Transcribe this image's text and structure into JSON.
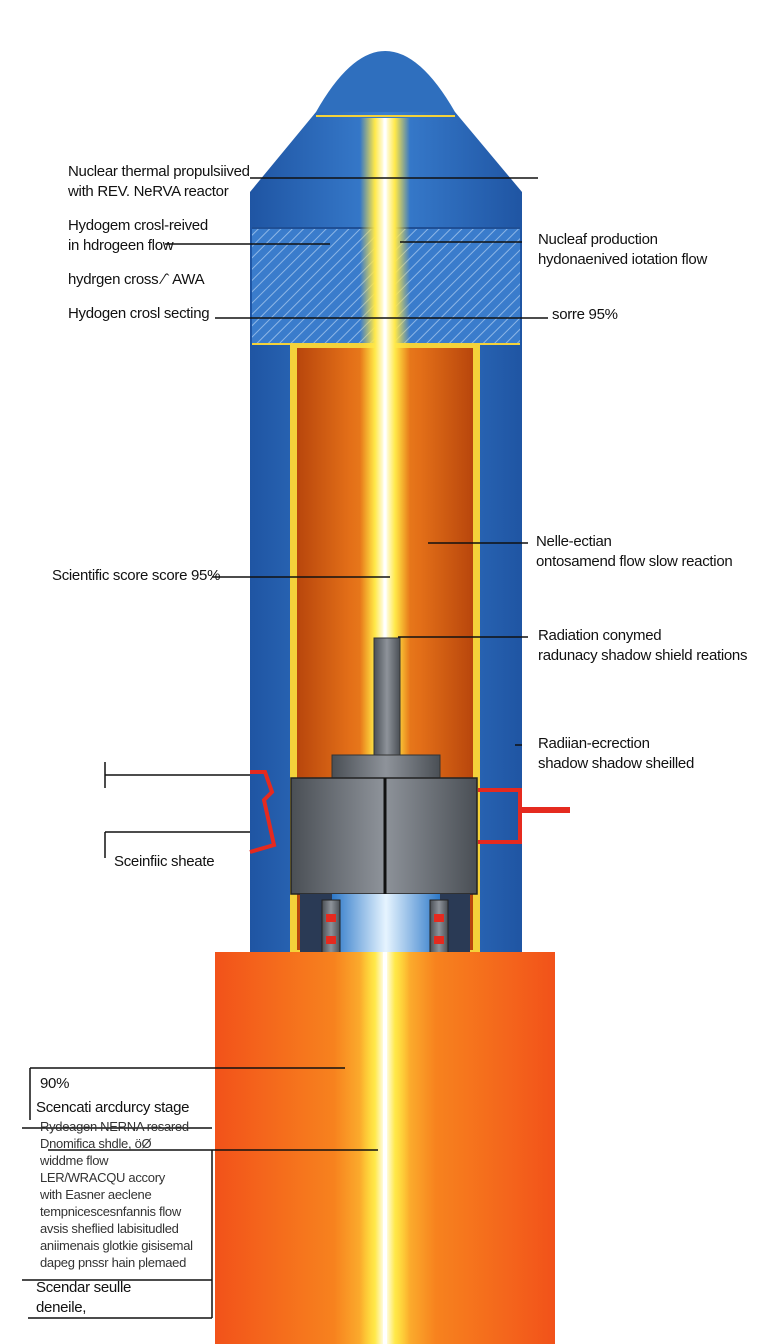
{
  "colors": {
    "shell": "#2f6fbe",
    "shell_dark": "#1f4f95",
    "core": "#e86a10",
    "core_dark": "#b9470a",
    "base": "#f25512",
    "beam": "#fff27a",
    "trim": "#f4d23a",
    "red_line": "#e52a1f"
  },
  "labels": {
    "ntp_1": "Nuclear thermal propulsiived",
    "ntp_2": "with REV. NeRVA reactor",
    "hc_1": "Hydogem crosl-reived",
    "hc_2": "in  hdrogeen flow",
    "hc_aa": "hydrgen cross ⁄ˆ AWA",
    "hc_sect": "Hydogen crosl secting",
    "np_1": "Nucleaf product­ion",
    "np_2": "hydonaenived iotation flow",
    "score_r": "sorre 95%",
    "ne_1": "Nelle-ectian",
    "ne_2": "ontosamend flow slow reaction",
    "sci_score": "Scientific score score 95%",
    "rad_1": "Radiation conymed",
    "rad_2": "radunacy shadow shield reations",
    "rs_1": "Radiian-ecrection",
    "rs_2": "shadow shadow sheilled",
    "sci_sheate": "Sceinfiic sheate",
    "pct_90": "90%",
    "box_1": "Scencati arcdurcy stage",
    "box_2": "Rydeagen NERNA resared",
    "box_3": "Dnomifica shdle, öØ",
    "box_4": "widdme flow",
    "box_5": "LER/WRACQU accory",
    "box_6": "with Easner aeclene",
    "box_7": "tempnicescesnfannis flow",
    "box_8": "avsis sheflied labisitudled",
    "box_9": "aniimenais glotkie gisisemal",
    "box_10": "dapeg pnssr hain plemaed",
    "box_11": "Scendar seulle",
    "box_12": "deneile,"
  }
}
